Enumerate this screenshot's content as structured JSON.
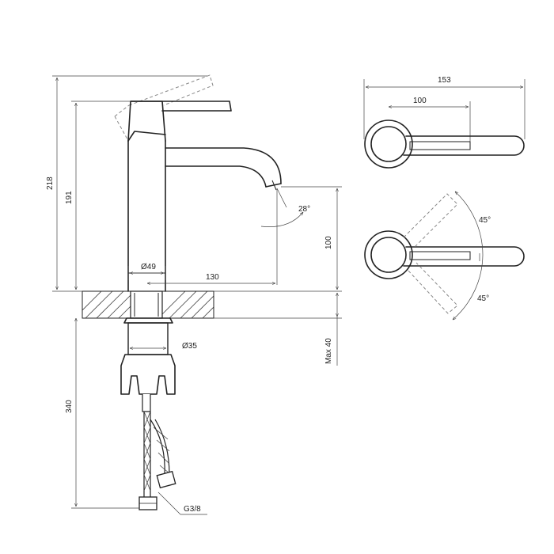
{
  "dimensions": {
    "overall_height": "218",
    "body_height": "191",
    "base_to_spout": "100",
    "spout_angle": "28°",
    "body_diameter": "Ø49",
    "spout_reach": "130",
    "max_deck": "Max 40",
    "thread_diameter": "Ø35",
    "hose_length": "340",
    "connection": "G3/8",
    "handle_length_total": "153",
    "handle_length": "100",
    "rotation_angle_upper": "45°",
    "rotation_angle_lower": "45°"
  }
}
